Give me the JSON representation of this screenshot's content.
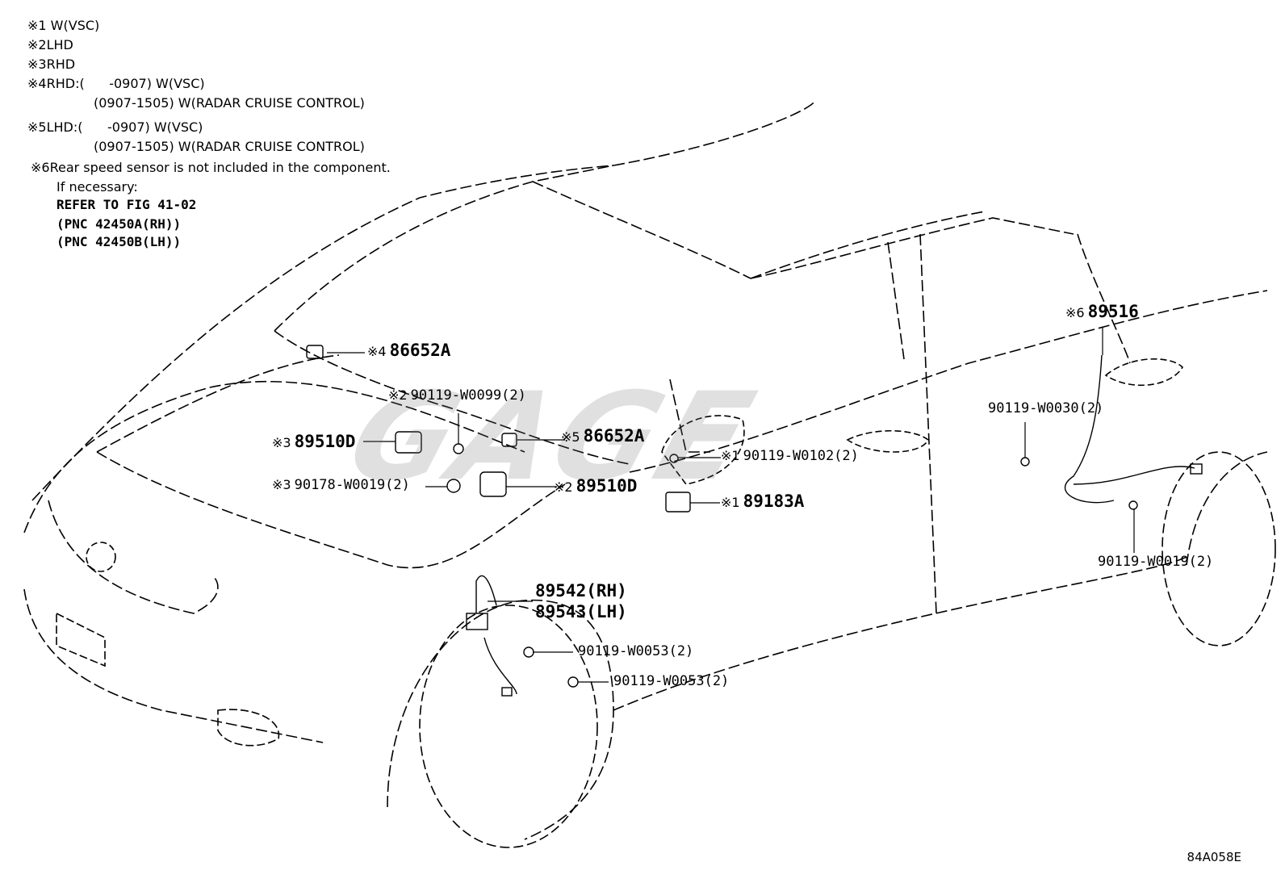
{
  "notes": [
    {
      "mark": "※1",
      "text": " W(VSC)"
    },
    {
      "mark": "※2",
      "text": "LHD"
    },
    {
      "mark": "※3",
      "text": "RHD"
    },
    {
      "mark": "※4",
      "text": "RHD:(      -0907) W(VSC)"
    },
    {
      "text": "(0907-1505) W(RADAR CRUISE CONTROL)"
    },
    {
      "mark": "※5",
      "text": "LHD:(      -0907) W(VSC)"
    },
    {
      "text": "(0907-1505) W(RADAR CRUISE CONTROL)"
    },
    {
      "mark": "※6",
      "text": "Rear speed sensor is not included in the component."
    },
    {
      "text": "If necessary:"
    },
    {
      "text": "REFER TO FIG 41-02"
    },
    {
      "text": "(PNC 42450A(RH))"
    },
    {
      "text": "(PNC 42450B(LH))"
    }
  ],
  "parts": [
    {
      "id": "p86652a_rhd",
      "mark": "※4",
      "label": "86652A"
    },
    {
      "id": "p90119w0099",
      "mark": "※2",
      "label": "90119-W0099(2)"
    },
    {
      "id": "p89510d_rhd",
      "mark": "※3",
      "label": "89510D"
    },
    {
      "id": "p86652a_lhd",
      "mark": "※5",
      "label": "86652A"
    },
    {
      "id": "p90178w0019",
      "mark": "※3",
      "label": "90178-W0019(2)"
    },
    {
      "id": "p89510d_lhd",
      "mark": "※2",
      "label": "89510D"
    },
    {
      "id": "p90119w0102",
      "mark": "※1",
      "label": "90119-W0102(2)"
    },
    {
      "id": "p89183a",
      "mark": "※1",
      "label": "89183A"
    },
    {
      "id": "p89516",
      "mark": "※6",
      "label": "89516"
    },
    {
      "id": "p90119w0030",
      "mark": "",
      "label": "90119-W0030(2)"
    },
    {
      "id": "p90119w0019",
      "mark": "",
      "label": "90119-W0019(2)"
    },
    {
      "id": "p89542",
      "mark": "",
      "label": "89542(RH)"
    },
    {
      "id": "p89543",
      "mark": "",
      "label": "89543(LH)"
    },
    {
      "id": "p90119w0053a",
      "mark": "",
      "label": "90119-W0053(2)"
    },
    {
      "id": "p90119w0053b",
      "mark": "",
      "label": "90119-W0053(2)"
    }
  ],
  "watermark": "GAGE",
  "figure_code": "84A058E",
  "colors": {
    "line": "#000000",
    "background": "#ffffff",
    "watermark": "#777777"
  }
}
